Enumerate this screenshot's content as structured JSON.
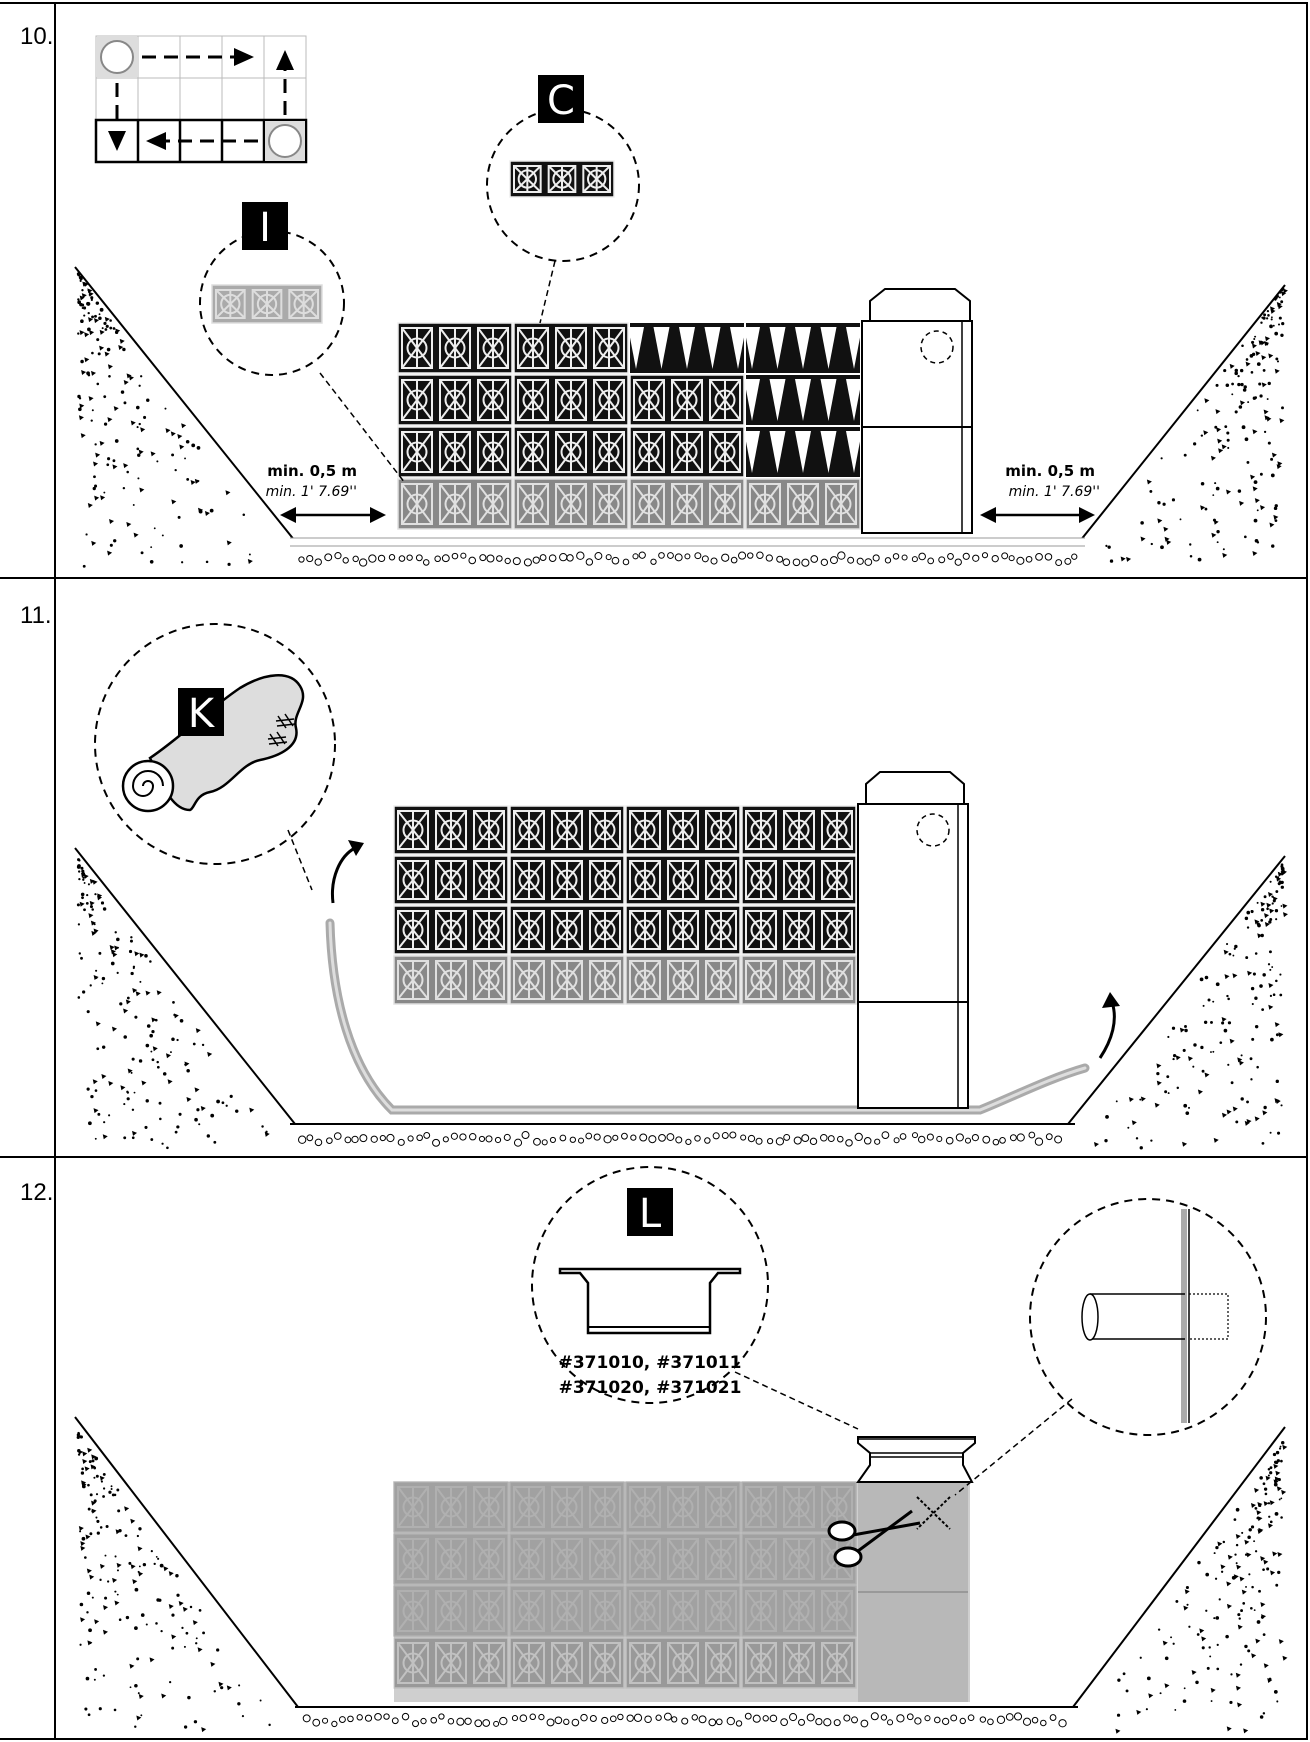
{
  "steps": [
    {
      "number": "10.",
      "detail_labels": {
        "crate_base": "I",
        "crate_stack": "C"
      },
      "clearance_left": {
        "metric": "min. 0,5 m",
        "imperial": "min. 1' 7.69''"
      },
      "clearance_right": {
        "metric": "min. 0,5 m",
        "imperial": "min. 1' 7.69''"
      }
    },
    {
      "number": "11.",
      "detail_labels": {
        "geotextile": "K"
      }
    },
    {
      "number": "12.",
      "detail_labels": {
        "adapter": "L"
      },
      "adapter_codes": {
        "line1": "#371010, #371011",
        "line2": "#371020, #371021"
      }
    }
  ]
}
